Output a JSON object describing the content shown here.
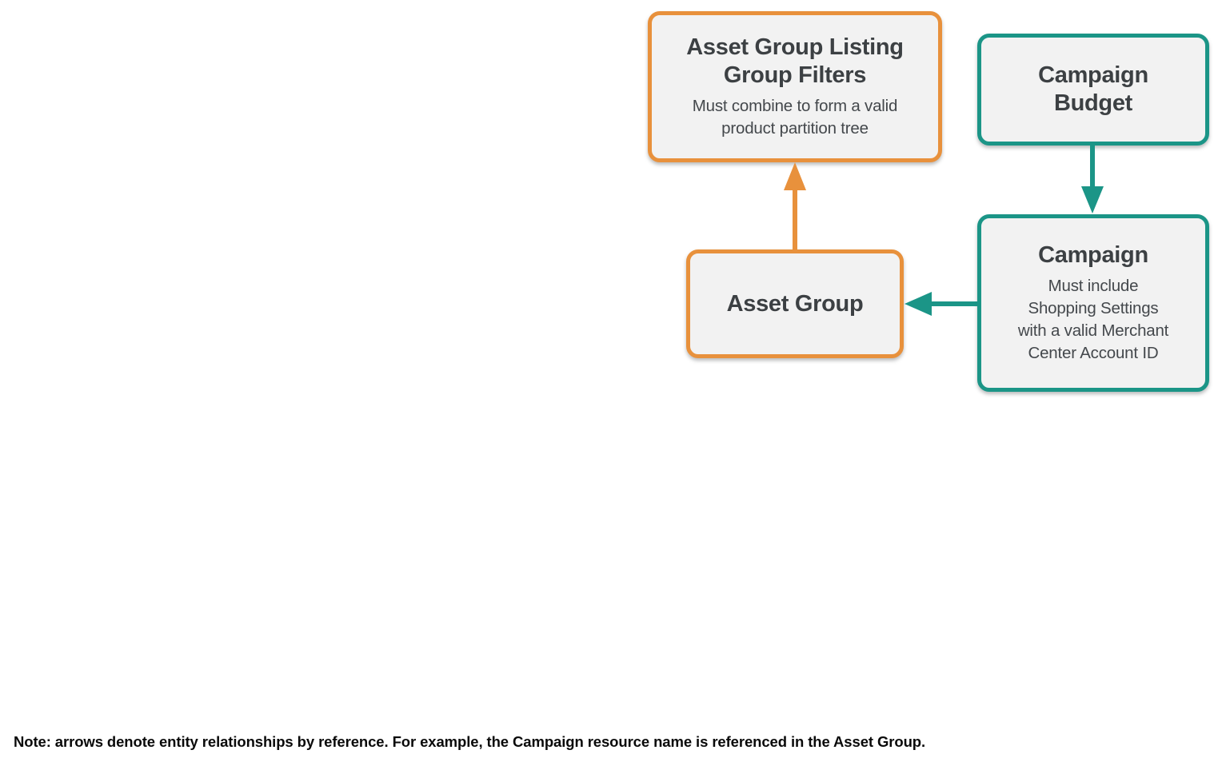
{
  "diagram": {
    "nodes": {
      "aglgf": {
        "title": "Asset Group Listing\nGroup Filters",
        "subtitle": "Must combine to form a valid\nproduct partition tree",
        "accent_color": "#E8913C"
      },
      "campaign_budget": {
        "title": "Campaign\nBudget",
        "accent_color": "#1B9587"
      },
      "asset_group": {
        "title": "Asset Group",
        "accent_color": "#E8913C"
      },
      "campaign": {
        "title": "Campaign",
        "subtitle": "Must include\nShopping Settings\nwith a valid Merchant\nCenter Account ID",
        "accent_color": "#1B9587"
      }
    },
    "edges": [
      {
        "from": "Asset Group",
        "to": "Asset Group Listing Group Filters",
        "direction": "up",
        "color": "#E8913C"
      },
      {
        "from": "Campaign Budget",
        "to": "Campaign",
        "direction": "down",
        "color": "#1B9587"
      },
      {
        "from": "Campaign",
        "to": "Asset Group",
        "direction": "left",
        "color": "#1B9587"
      }
    ],
    "palette": {
      "orange": "#E8913C",
      "teal": "#1B9587",
      "node_fill": "#F2F2F2",
      "title_text": "#3C4043",
      "subtitle_text": "#44484C",
      "background": "#FFFFFF"
    }
  },
  "note": {
    "text": "Note: arrows denote entity relationships by reference. For example, the Campaign resource name is referenced in the Asset Group."
  }
}
